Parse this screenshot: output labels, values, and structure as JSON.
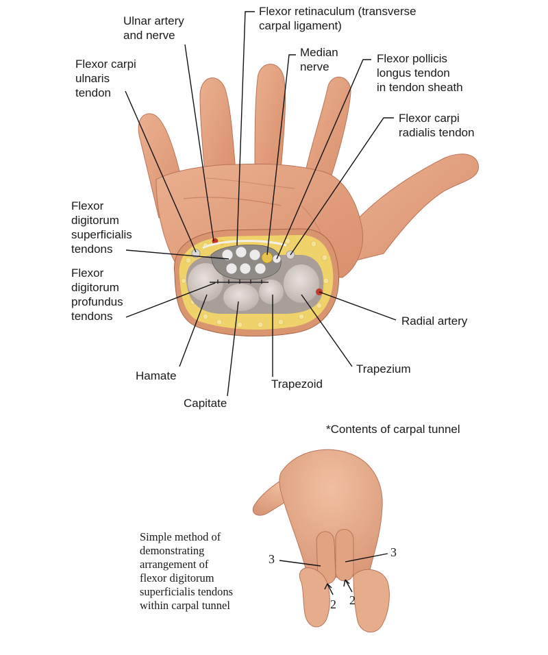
{
  "labels": {
    "ulnar_artery_nerve": [
      "Ulnar artery",
      "and nerve"
    ],
    "flexor_retinaculum": [
      "Flexor retinaculum (transverse",
      "carpal ligament)"
    ],
    "median_nerve": [
      "Median",
      "nerve"
    ],
    "fpl_tendon": [
      "Flexor pollicis",
      "longus tendon",
      "in tendon sheath"
    ],
    "fcu_tendon": [
      "Flexor carpi",
      "ulnaris",
      "tendon"
    ],
    "fcr_tendon": [
      "Flexor carpi",
      "radialis tendon"
    ],
    "fds_tendons": [
      "Flexor",
      "digitorum",
      "superficialis",
      "tendons"
    ],
    "fdp_tendons": [
      "Flexor",
      "digitorum",
      "profundus",
      "tendons"
    ],
    "radial_artery": [
      "Radial artery"
    ],
    "hamate": [
      "Hamate"
    ],
    "trapezium": [
      "Trapezium"
    ],
    "trapezoid": [
      "Trapezoid"
    ],
    "capitate": [
      "Capitate"
    ],
    "contents_note": [
      "*Contents of carpal tunnel"
    ],
    "method_caption": [
      "Simple method of",
      "demonstrating",
      "arrangement of",
      "flexor digitorum",
      "superficialis tendons",
      "within carpal tunnel"
    ]
  },
  "finger_numbers": {
    "left_3": "3",
    "right_3": "3",
    "left_2": "2",
    "right_2": "2"
  },
  "colors": {
    "skin": "#e5a37f",
    "skin_shadow": "#c97c5c",
    "fat": "#efd36a",
    "bone": "#cfc6c0",
    "tunnel": "#8f8a86",
    "tendon": "#eceaea",
    "artery": "#c0392b",
    "leader": "#111111"
  }
}
